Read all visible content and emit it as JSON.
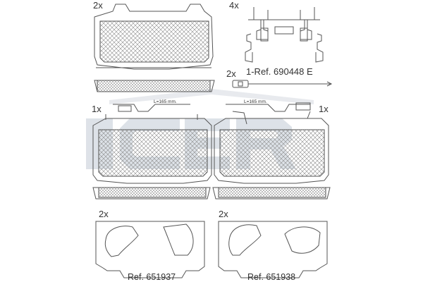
{
  "labels": {
    "qty_top_left": "2x",
    "qty_top_right": "4x",
    "qty_sensor": "2x",
    "ref_sensor": "1-Ref. 690448 E",
    "qty_mid_left": "1x",
    "qty_mid_right": "1x",
    "length_left": "L=165 mm.",
    "length_right": "L=165 mm.",
    "qty_shim_left": "2x",
    "qty_shim_right": "2x",
    "ref_shim_left": "Ref. 651937",
    "ref_shim_right": "Ref. 651938"
  },
  "watermark": {
    "text": "ICER",
    "color": "#d8dde4"
  },
  "colors": {
    "stroke": "#555555",
    "hatch": "#8a8a8a",
    "text": "#333333"
  }
}
